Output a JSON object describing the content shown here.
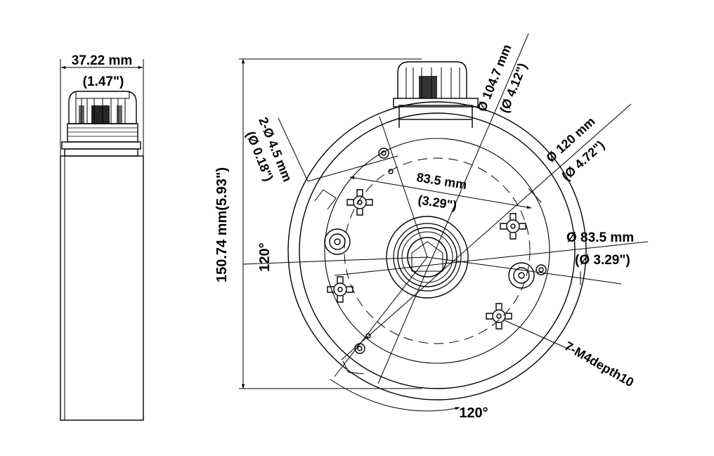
{
  "side_view": {
    "width_mm": "37.22 mm",
    "width_in": "(1.47\")"
  },
  "front_view": {
    "height_label": "150.74 mm(5.93\")",
    "angle_left": "120°",
    "angle_bottom": "120°",
    "holes_mm": "2-Ø 4.5 mm",
    "holes_in": "(Ø 0.18\")",
    "outer_dia_mm": "Ø 104.7 mm",
    "outer_dia_in": "(Ø 4.12\")",
    "ring_dia_mm": "Ø 120 mm",
    "ring_dia_in": "(Ø 4.72\")",
    "pcd_mm": "Ø 83.5 mm",
    "pcd_in": "(Ø 3.29\")",
    "span_mm": "83.5 mm",
    "span_in": "(3.29\")",
    "screws": "7-M4depth10"
  },
  "colors": {
    "line": "#000000",
    "background": "#ffffff"
  }
}
